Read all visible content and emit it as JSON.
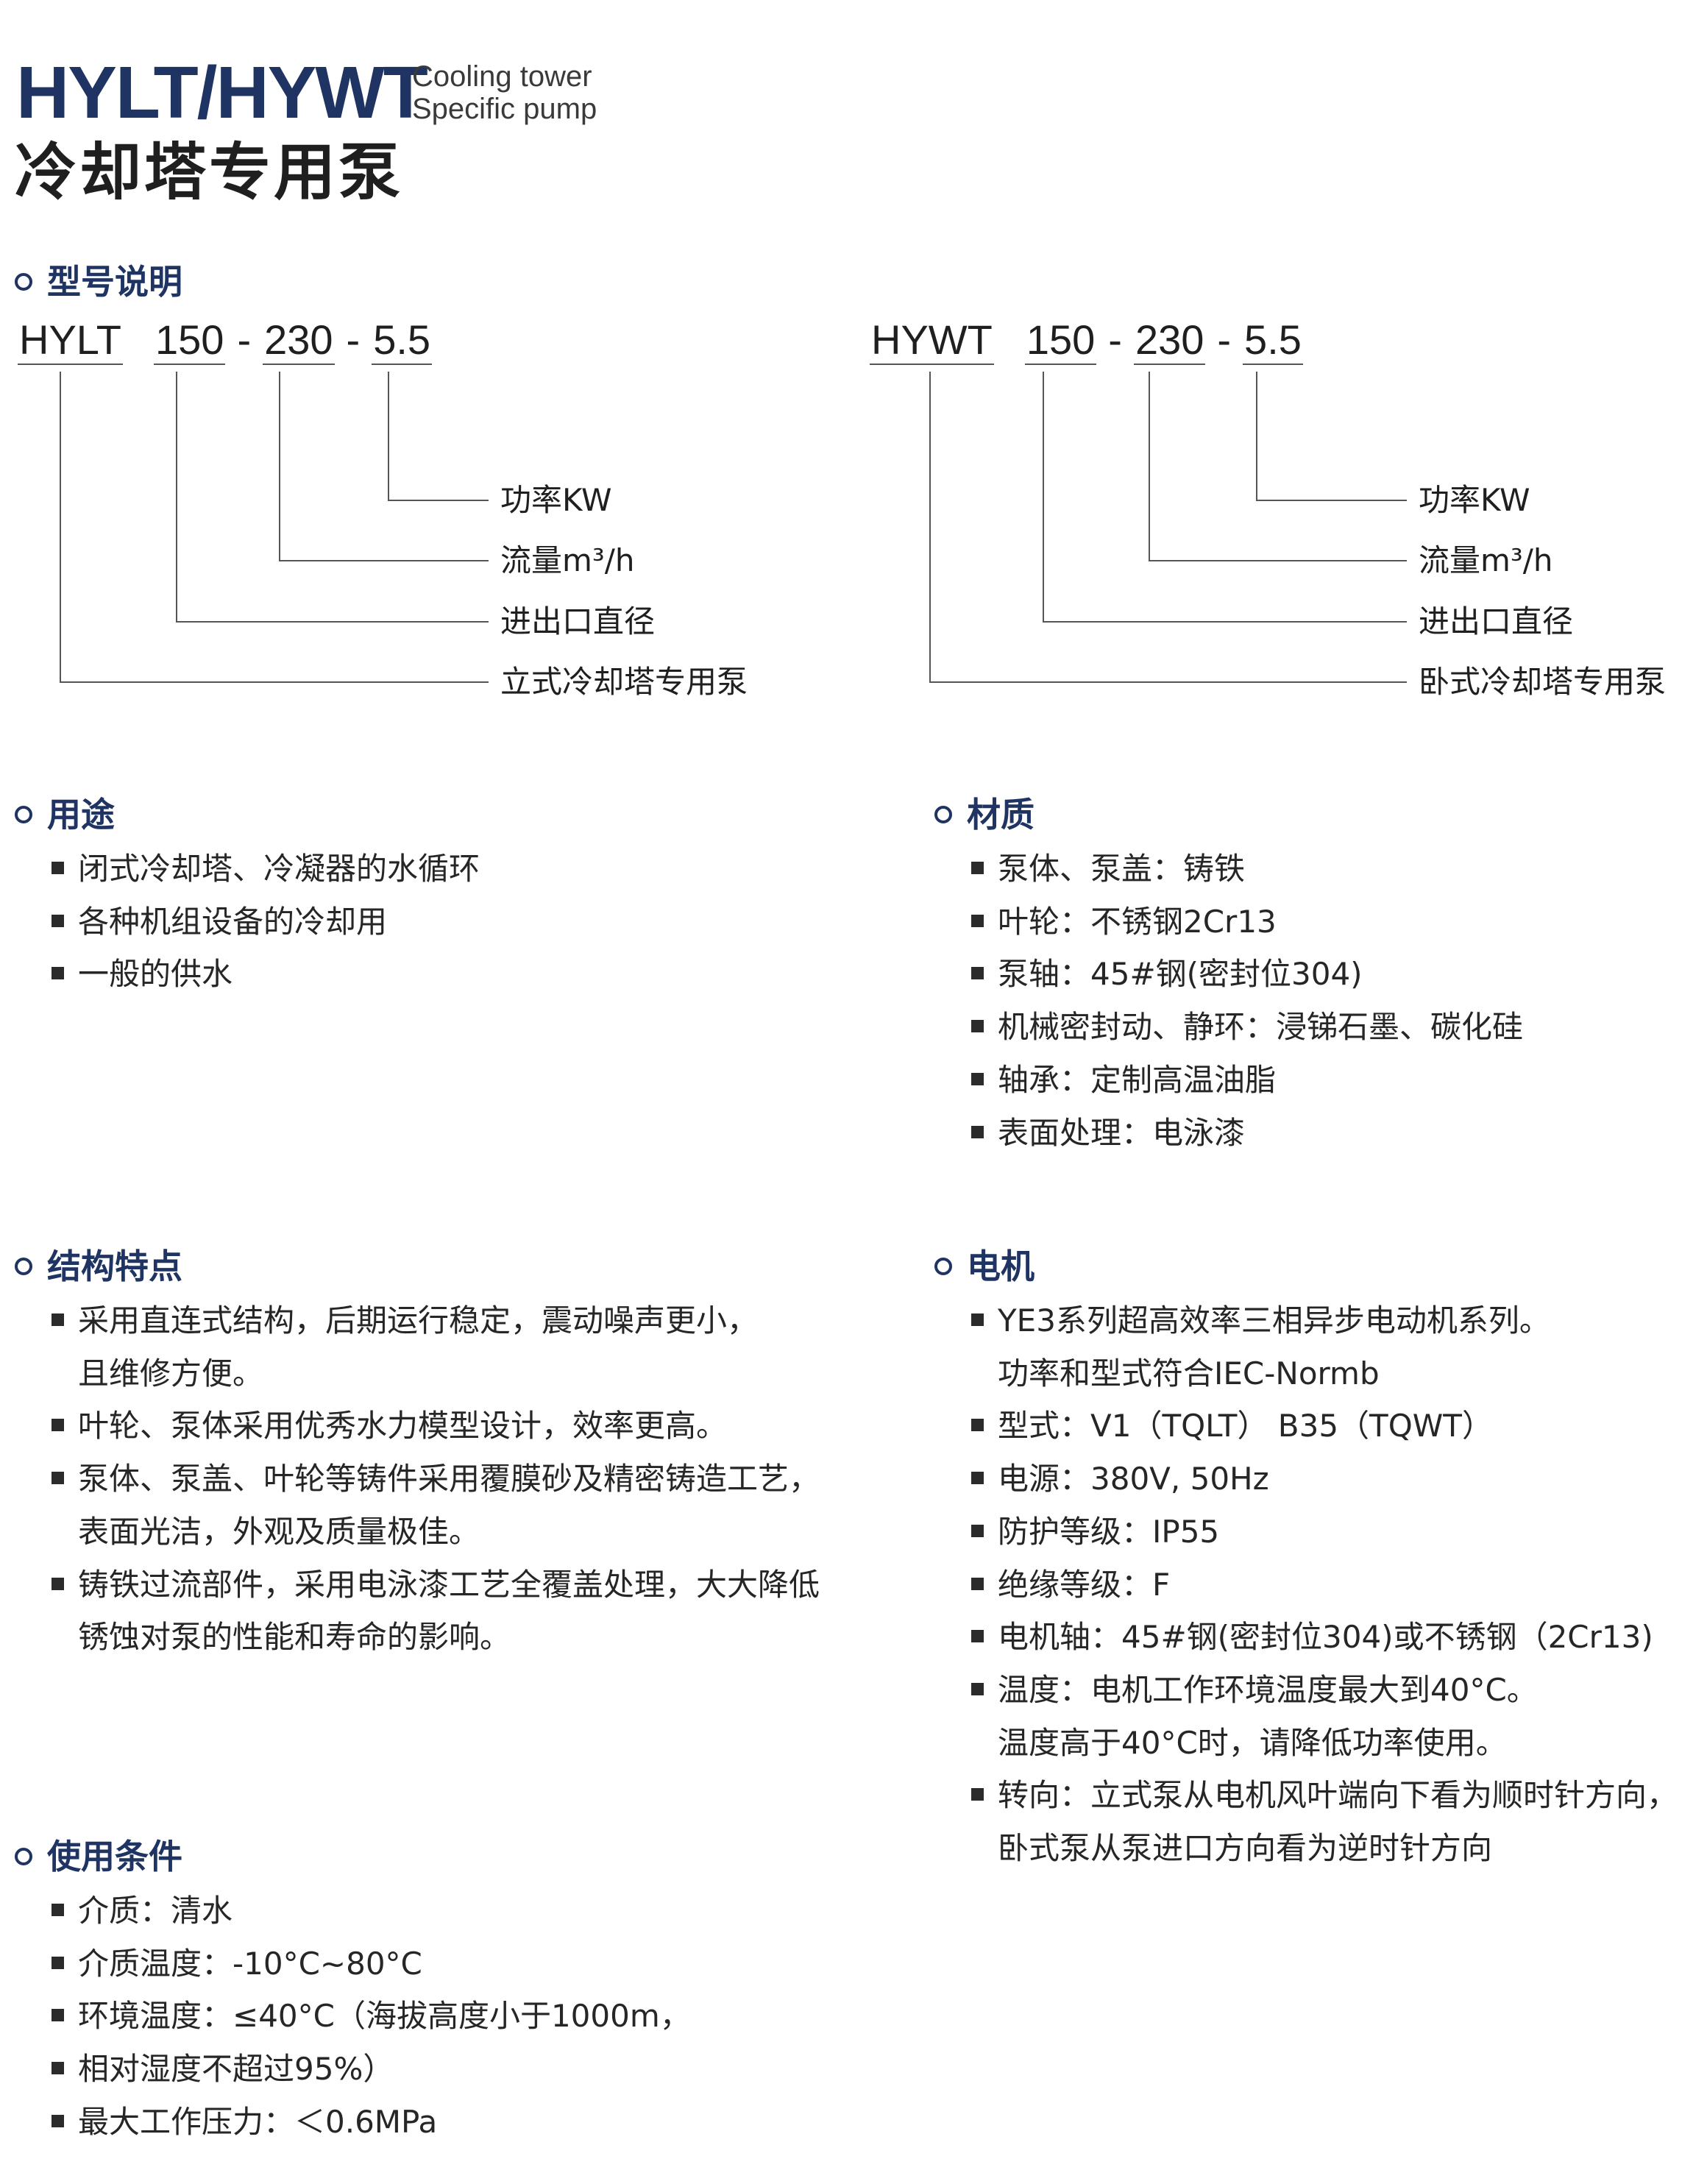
{
  "header": {
    "title_en": "HYLT/HYWT",
    "subtitle_line1": "Cooling tower",
    "subtitle_line2": "Specific pump",
    "title_cn": "冷却塔专用泵"
  },
  "model_section": {
    "heading": "型号说明",
    "left": {
      "prefix": "HYLT",
      "size": "150",
      "flow": "230",
      "power": "5.5",
      "sep": "-",
      "callouts": {
        "power": "功率KW",
        "flow": "流量m³/h",
        "diameter": "进出口直径",
        "type": "立式冷却塔专用泵"
      }
    },
    "right": {
      "prefix": "HYWT",
      "size": "150",
      "flow": "230",
      "power": "5.5",
      "sep": "-",
      "callouts": {
        "power": "功率KW",
        "flow": "流量m³/h",
        "diameter": "进出口直径",
        "type": "卧式冷却塔专用泵"
      }
    }
  },
  "usage": {
    "heading": "用途",
    "items": [
      [
        "闭式冷却塔、冷凝器的水循环"
      ],
      [
        "各种机组设备的冷却用"
      ],
      [
        "一般的供水"
      ]
    ]
  },
  "material": {
    "heading": "材质",
    "items": [
      [
        "泵体、泵盖：铸铁"
      ],
      [
        "叶轮：不锈钢2Cr13"
      ],
      [
        "泵轴：45#钢(密封位304)"
      ],
      [
        "机械密封动、静环：浸锑石墨、碳化硅"
      ],
      [
        "轴承：定制高温油脂"
      ],
      [
        "表面处理：电泳漆"
      ]
    ]
  },
  "structure": {
    "heading": "结构特点",
    "items": [
      [
        "采用直连式结构，后期运行稳定，震动噪声更小，",
        "且维修方便。"
      ],
      [
        "叶轮、泵体采用优秀水力模型设计，效率更高。"
      ],
      [
        "泵体、泵盖、叶轮等铸件采用覆膜砂及精密铸造工艺，",
        "表面光洁，外观及质量极佳。"
      ],
      [
        "铸铁过流部件，采用电泳漆工艺全覆盖处理，大大降低",
        "锈蚀对泵的性能和寿命的影响。"
      ]
    ]
  },
  "motor": {
    "heading": "电机",
    "items": [
      [
        "YE3系列超高效率三相异步电动机系列。",
        "功率和型式符合IEC-Normb"
      ],
      [
        "型式：V1（TQLT）  B35（TQWT）"
      ],
      [
        "电源：380V, 50Hz"
      ],
      [
        "防护等级：IP55"
      ],
      [
        "绝缘等级：F"
      ],
      [
        "电机轴：45#钢(密封位304)或不锈钢（2Cr13)"
      ],
      [
        "温度：电机工作环境温度最大到40°C。",
        "温度高于40°C时，请降低功率使用。"
      ],
      [
        "转向：立式泵从电机风叶端向下看为顺时针方向，",
        "卧式泵从泵进口方向看为逆时针方向"
      ]
    ]
  },
  "conditions": {
    "heading": "使用条件",
    "items": [
      [
        "介质：清水"
      ],
      [
        "介质温度：-10°C~80°C"
      ],
      [
        "环境温度：≤40°C（海拔高度小于1000m，"
      ],
      [
        "相对湿度不超过95%）"
      ],
      [
        "最大工作压力：＜0.6MPa"
      ]
    ]
  }
}
